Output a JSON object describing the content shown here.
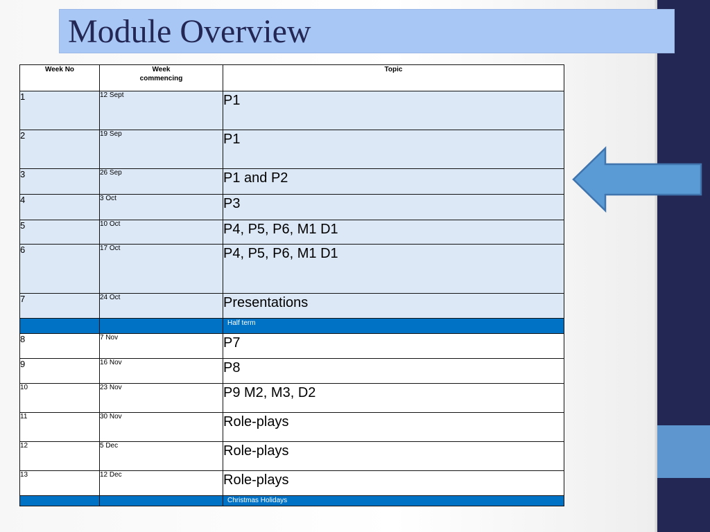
{
  "title": "Module Overview",
  "colors": {
    "title_bg": "#a9c7f5",
    "title_text": "#232754",
    "sidebar": "#232754",
    "sidebar_accent": "#5e96cf",
    "row_light": "#dce8f6",
    "row_blue": "#0072c6",
    "arrow_fill": "#5b9bd5"
  },
  "table": {
    "headers": {
      "week_no": "Week No",
      "week_commencing_1": "Week",
      "week_commencing_2": "commencing",
      "topic": "Topic"
    },
    "rows": [
      {
        "week": "1",
        "date": "12 Sept",
        "topic": "P1"
      },
      {
        "week": "2",
        "date": "19 Sep",
        "topic": "P1"
      },
      {
        "week": "3",
        "date": "26 Sep",
        "topic": "P1 and P2"
      },
      {
        "week": "4",
        "date": "3 Oct",
        "topic": "P3"
      },
      {
        "week": "5",
        "date": "10 Oct",
        "topic": "P4, P5, P6, M1 D1"
      },
      {
        "week": "6",
        "date": "17 Oct",
        "topic": "P4, P5, P6, M1 D1"
      },
      {
        "week": "7",
        "date": "24 Oct",
        "topic": "Presentations"
      },
      {
        "week": "",
        "date": "",
        "topic": "Half term"
      },
      {
        "week": "8",
        "date": "7 Nov",
        "topic": "P7"
      },
      {
        "week": "9",
        "date": "16 Nov",
        "topic": "P8"
      },
      {
        "week": "10",
        "date": "23 Nov",
        "topic": "P9 M2, M3, D2"
      },
      {
        "week": "11",
        "date": "30 Nov",
        "topic": "Role-plays"
      },
      {
        "week": "12",
        "date": "5 Dec",
        "topic": "Role-plays"
      },
      {
        "week": "13",
        "date": "12 Dec",
        "topic": "Role-plays"
      },
      {
        "week": "",
        "date": "",
        "topic": "Christmas Holidays"
      }
    ]
  },
  "arrow_icon": "left-arrow-icon"
}
